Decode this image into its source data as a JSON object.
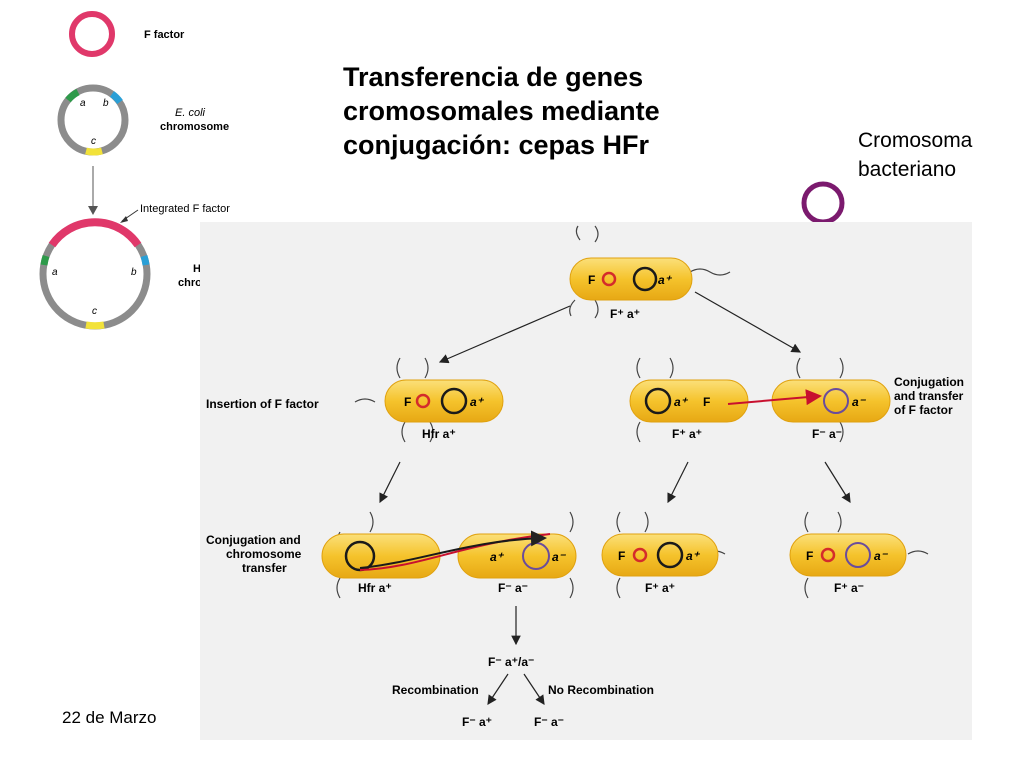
{
  "slide": {
    "title_lines": [
      "Transferencia de genes",
      "cromosomales mediante",
      "conjugación: cepas HFr"
    ],
    "side_label_lines": [
      "Cromosoma",
      "bacteriano"
    ],
    "date": "22 de Marzo",
    "marker_color": "#7b1a6e"
  },
  "left_diagram": {
    "f_factor_label": "F factor",
    "ecoli_label_1": "E. coli",
    "ecoli_label_2": "chromosome",
    "integrated_label": "Integrated  F factor",
    "hfr_label_1": "Hfr",
    "hfr_label_2": "chromosome",
    "gene_a": "a",
    "gene_b": "b",
    "gene_c": "c",
    "colors": {
      "f_factor": "#e0386a",
      "chromosome": "#8c8c8c",
      "gene_a": "#2e9a4a",
      "gene_b": "#2a9fd6",
      "gene_c": "#f2e23a"
    }
  },
  "main_diagram": {
    "top_cell_left": "F",
    "top_cell_right": "a⁺",
    "top_caption": "F⁺ a⁺",
    "insertion_label": "Insertion of F factor",
    "hfr_cell_f": "F",
    "hfr_cell_a": "a⁺",
    "hfr_caption": "Hfr a⁺",
    "conj_f_label": "Conjugation",
    "conj_f_label_2": "and transfer",
    "conj_f_label_3": "of F factor",
    "donor_a": "a⁺",
    "donor_f": "F",
    "donor_caption": "F⁺ a⁺",
    "recipient_a": "a⁻",
    "recipient_caption": "F⁻ a⁻",
    "conj_chrom_label_1": "Conjugation and",
    "conj_chrom_label_2": "chromosome",
    "conj_chrom_label_3": "transfer",
    "hfr2_caption": "Hfr a⁺",
    "rec2_a_plus": "a⁺",
    "rec2_a_minus": "a⁻",
    "rec2_caption": "F⁻ a⁻",
    "res1_f": "F",
    "res1_a": "a⁺",
    "res1_caption": "F⁺ a⁺",
    "res2_f": "F",
    "res2_a": "a⁻",
    "res2_caption": "F⁺ a⁻",
    "merozygote": "F⁻ a⁺/a⁻",
    "recombination": "Recombination",
    "no_recombination": "No Recombination",
    "outcome_1": "F⁻ a⁺",
    "outcome_2": "F⁻ a⁻",
    "colors": {
      "cell_fill": "#f5c32c",
      "cell_edge": "#e0a10f",
      "f_plasmid": "#d42b2b",
      "chromosome": "#1a1a1a",
      "transfer": "#c8102e",
      "recipient_chrom": "#6a4c9c"
    }
  }
}
